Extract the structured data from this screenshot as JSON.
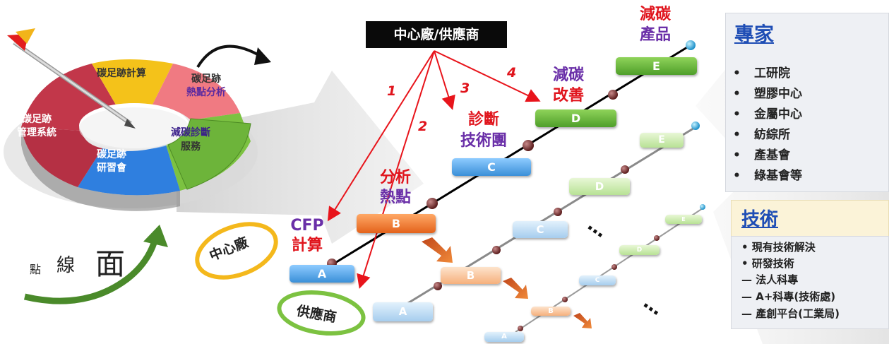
{
  "pie_labels": {
    "calc": "碳足跡計算",
    "hotspot_l1": "碳足跡",
    "hotspot_l2": "熱點分析",
    "mgmt_l1": "碳足跡",
    "mgmt_l2": "管理系統",
    "service_l1": "減碳診斷",
    "service_l2": "服務",
    "workshop_l1": "碳足跡",
    "workshop_l2": "研習會"
  },
  "point_line_plane": {
    "p1": "點",
    "p2": "線",
    "p3": "面"
  },
  "top_label": "中心廠/供應商",
  "arrow_numbers": [
    "1",
    "2",
    "3",
    "4"
  ],
  "stage_labels": {
    "cfp_l1": "CFP",
    "cfp_l2": "計算",
    "analysis_l1": "分析",
    "analysis_l2": "熱點",
    "diag_l1": "診斷",
    "diag_l2": "技術團",
    "reduce_l1": "減碳",
    "reduce_l2": "改善",
    "product_l1": "減碳",
    "product_l2": "產品"
  },
  "main_boxes": [
    "A",
    "B",
    "C",
    "D",
    "E"
  ],
  "supplier_boxes_1": [
    "A",
    "B",
    "C",
    "D",
    "E"
  ],
  "supplier_boxes_2": [
    "A",
    "B",
    "C",
    "D",
    "E"
  ],
  "ellipsis": "…",
  "badges": {
    "center_factory": "中心廠",
    "supplier": "供應商"
  },
  "experts": {
    "title": "專家",
    "items": [
      "工研院",
      "塑膠中心",
      "金屬中心",
      "紡綜所",
      "產基會",
      "綠基會等"
    ]
  },
  "tech": {
    "title": "技術",
    "items": [
      "• 現有技術解決",
      "• 研發技術",
      "— 法人科專",
      "— A+科專(技術處)",
      "— 產創平台(工業局)"
    ]
  },
  "colors": {
    "red_arrow": "#e8141b",
    "purple_text": "#6a2fa8",
    "red_text": "#e0141c",
    "title_blue": "#1f4eb5"
  }
}
